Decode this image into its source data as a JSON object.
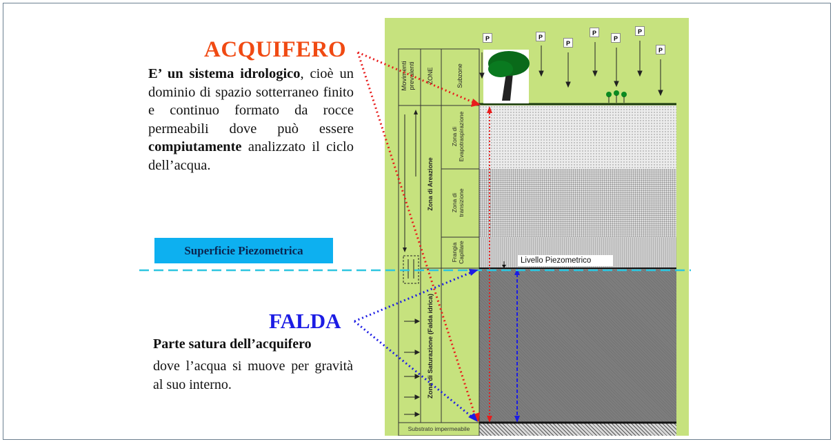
{
  "acquifero": {
    "title": "ACQUIFERO",
    "bold_1": "E’ un sistema idrologico",
    "text_1": ", cioè un dominio di spazio sotterraneo finito e continuo formato da rocce permeabili dove può essere ",
    "bold_2": "compiutamente",
    "text_2": " analizzato il ciclo dell’acqua."
  },
  "superficie": {
    "label": "Superficie Piezometrica"
  },
  "falda": {
    "title": "FALDA",
    "heading": "Parte satura dell’acquifero",
    "text": "dove l’acqua si muove per gravità al suo interno."
  },
  "diagram": {
    "headers": {
      "movimenti": "Movimenti\nprevalenti",
      "zone": "ZONE",
      "subzone": "Subzone"
    },
    "zones": {
      "aerazione": "Zona di Areazione",
      "saturazione": "Zona di Saturazione (Falda idrica)"
    },
    "subzones": {
      "evapotraspirazione": "Zona di\nEvapotraspirazione",
      "transizione": "Zona di\ntransizione",
      "frangia": "Frangia\nCapillare"
    },
    "precip_label": "P",
    "livello_piezometrico": "Livello  Piezometrico",
    "substrato": "Substrato impermeabile"
  },
  "colors": {
    "acquifero_red": "#f04a13",
    "falda_blue": "#1c1ce4",
    "superficie_box": "#0db0f0",
    "diagram_bg": "#c6e27e",
    "water_table_line": "#2ec6e0"
  }
}
